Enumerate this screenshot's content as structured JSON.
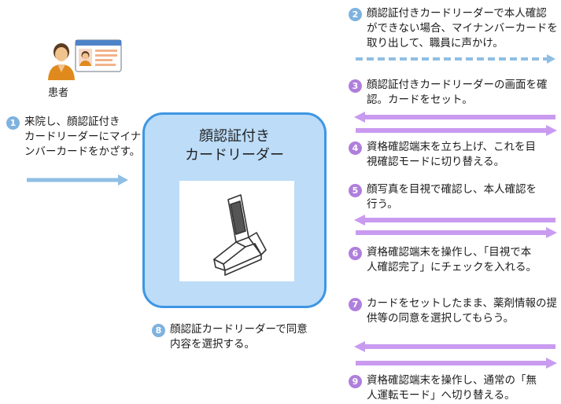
{
  "patient": {
    "label": "患者"
  },
  "device": {
    "title": "顔認証付き\nカードリーダー"
  },
  "steps": [
    {
      "num": "1",
      "text": "来院し、顔認証付き\nカードリーダーにマイナ\nンバーカードをかざす。"
    },
    {
      "num": "2",
      "text": "顔認証付きカードリーダーで本人確認\nができない場合、マイナンバーカードを\n取り出して、職員に声かけ。"
    },
    {
      "num": "3",
      "text": "顔認証付きカードリーダーの画面を確\n認。カードをセット。"
    },
    {
      "num": "4",
      "text": "資格確認端末を立ち上げ、これを目\n視確認モードに切り替える。"
    },
    {
      "num": "5",
      "text": "顔写真を目視で確認し、本人確認を\n行う。"
    },
    {
      "num": "6",
      "text": "資格確認端末を操作し、「目視で本\n人確認完了」にチェックを入れる。"
    },
    {
      "num": "7",
      "text": "カードをセットしたまま、薬剤情報の提\n供等の同意を選択してもらう。"
    },
    {
      "num": "8",
      "text": "顔認証カードリーダーで同意\n内容を選択する。"
    },
    {
      "num": "9",
      "text": "資格確認端末を操作し、通常の「無\n人運転モード」へ切り替える。"
    }
  ],
  "colors": {
    "blue_arrow": "#8fbfe3",
    "purple_arrow": "#c99bf0",
    "box_fill": "#bcdcf8",
    "box_border": "#3e96e3"
  }
}
